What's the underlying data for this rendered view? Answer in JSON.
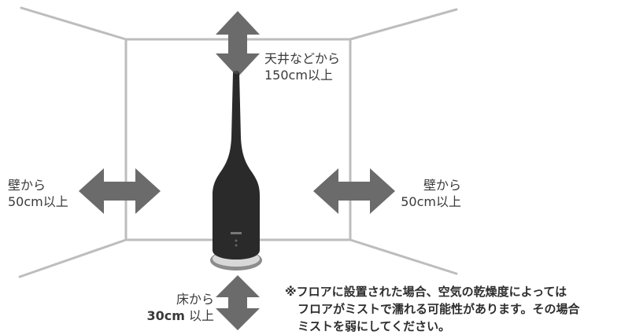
{
  "labels": {
    "ceiling": {
      "line1": "天井などから",
      "line2": "150cm以上"
    },
    "wall_left": {
      "line1": "壁から",
      "line2": "50cm以上"
    },
    "wall_right": {
      "line1": "壁から",
      "line2": "50cm以上"
    },
    "floor": {
      "line1": "床から",
      "line2_value": "30cm",
      "line2_unit": "以上"
    }
  },
  "note": {
    "line1": "※フロアに設置された場合、空気の乾燥度によっては",
    "line2": "フロアがミストで濡れる可能性があります。その場合",
    "line3": "ミストを弱にしてください。"
  },
  "colors": {
    "arrow": "#6b6b6b",
    "room_lines": "#bdbdbd",
    "device": "#2a2a2a",
    "text": "#3a3a3a"
  }
}
